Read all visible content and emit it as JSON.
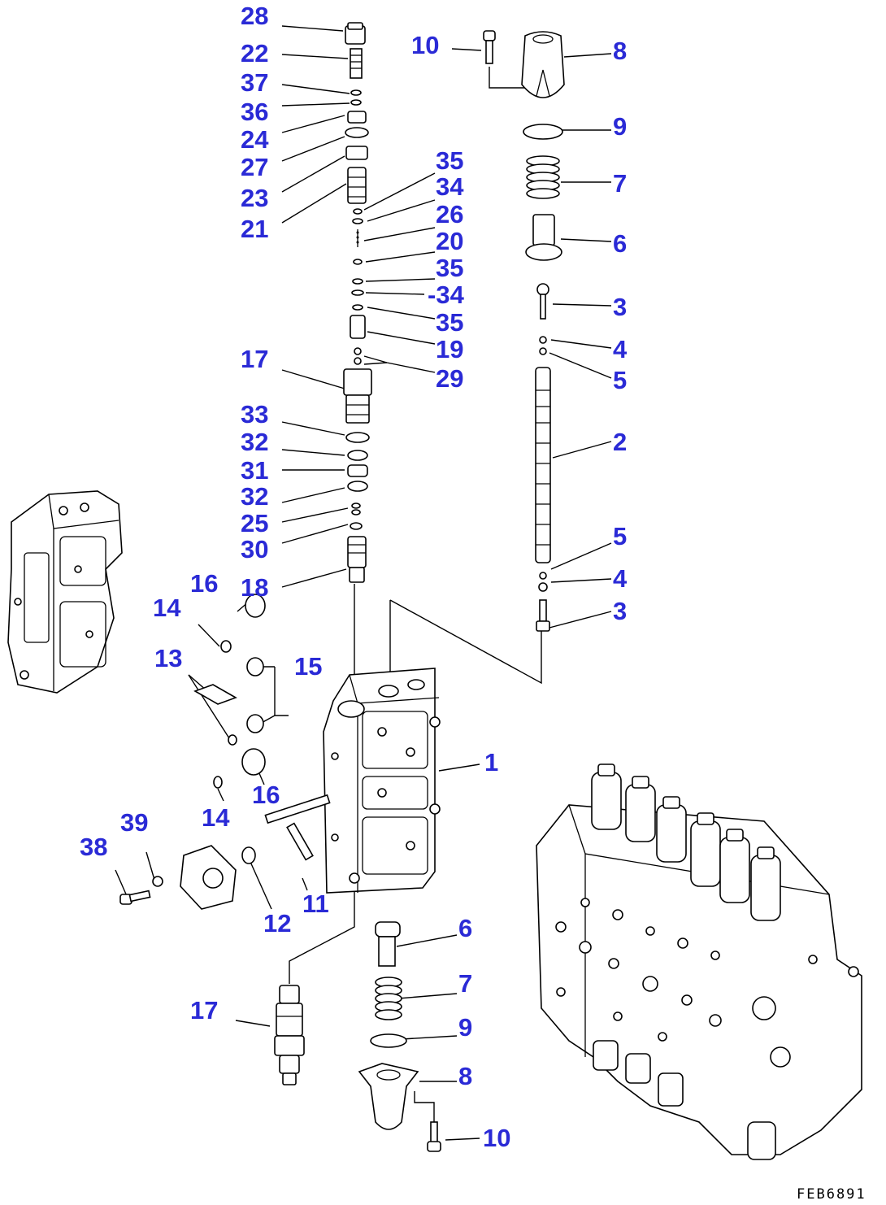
{
  "drawing": {
    "code": "FEB6891",
    "callout_color": "#2a2ad6"
  },
  "callouts": [
    {
      "id": "c28",
      "label": "28"
    },
    {
      "id": "c22",
      "label": "22"
    },
    {
      "id": "c37",
      "label": "37"
    },
    {
      "id": "c36",
      "label": "36"
    },
    {
      "id": "c24",
      "label": "24"
    },
    {
      "id": "c27",
      "label": "27"
    },
    {
      "id": "c23",
      "label": "23"
    },
    {
      "id": "c21",
      "label": "21"
    },
    {
      "id": "c35a",
      "label": "35"
    },
    {
      "id": "c34a",
      "label": "34"
    },
    {
      "id": "c26",
      "label": "26"
    },
    {
      "id": "c20",
      "label": "20"
    },
    {
      "id": "c35b",
      "label": "35"
    },
    {
      "id": "c34b",
      "label": "-34"
    },
    {
      "id": "c35c",
      "label": "35"
    },
    {
      "id": "c19",
      "label": "19"
    },
    {
      "id": "c29",
      "label": "29"
    },
    {
      "id": "c17a",
      "label": "17"
    },
    {
      "id": "c33",
      "label": "33"
    },
    {
      "id": "c32a",
      "label": "32"
    },
    {
      "id": "c31",
      "label": "31"
    },
    {
      "id": "c32b",
      "label": "32"
    },
    {
      "id": "c25",
      "label": "25"
    },
    {
      "id": "c30",
      "label": "30"
    },
    {
      "id": "c18",
      "label": "18"
    },
    {
      "id": "c10a",
      "label": "10"
    },
    {
      "id": "c8a",
      "label": "8"
    },
    {
      "id": "c9a",
      "label": "9"
    },
    {
      "id": "c7a",
      "label": "7"
    },
    {
      "id": "c6a",
      "label": "6"
    },
    {
      "id": "c3a",
      "label": "3"
    },
    {
      "id": "c4a",
      "label": "4"
    },
    {
      "id": "c5a",
      "label": "5"
    },
    {
      "id": "c2",
      "label": "2"
    },
    {
      "id": "c5b",
      "label": "5"
    },
    {
      "id": "c4b",
      "label": "4"
    },
    {
      "id": "c3b",
      "label": "3"
    },
    {
      "id": "c16a",
      "label": "16"
    },
    {
      "id": "c14a",
      "label": "14"
    },
    {
      "id": "c15",
      "label": "15"
    },
    {
      "id": "c13",
      "label": "13"
    },
    {
      "id": "c1",
      "label": "1"
    },
    {
      "id": "c16b",
      "label": "16"
    },
    {
      "id": "c14b",
      "label": "14"
    },
    {
      "id": "c39",
      "label": "39"
    },
    {
      "id": "c38",
      "label": "38"
    },
    {
      "id": "c11",
      "label": "11"
    },
    {
      "id": "c12",
      "label": "12"
    },
    {
      "id": "c6b",
      "label": "6"
    },
    {
      "id": "c7b",
      "label": "7"
    },
    {
      "id": "c17b",
      "label": "17"
    },
    {
      "id": "c9b",
      "label": "9"
    },
    {
      "id": "c8b",
      "label": "8"
    },
    {
      "id": "c10b",
      "label": "10"
    }
  ]
}
